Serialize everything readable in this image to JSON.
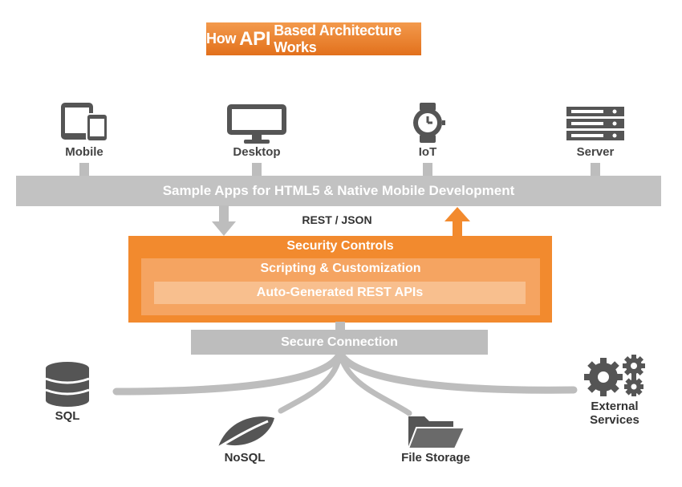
{
  "title": {
    "prefix": "How",
    "emphasis": "API",
    "suffix": "Based Architecture Works"
  },
  "clients": [
    {
      "label": "Mobile",
      "icon": "mobile-tablet-icon"
    },
    {
      "label": "Desktop",
      "icon": "desktop-monitor-icon"
    },
    {
      "label": "IoT",
      "icon": "watch-icon"
    },
    {
      "label": "Server",
      "icon": "server-rack-icon"
    }
  ],
  "apps_bar": "Sample Apps for HTML5 & Native Mobile Development",
  "rest_label": "REST / JSON",
  "layers": {
    "security": "Security Controls",
    "scripting": "Scripting & Customization",
    "auto_api": "Auto-Generated REST APIs"
  },
  "connection": "Secure Connection",
  "data_sources": [
    {
      "label": "SQL",
      "icon": "database-icon"
    },
    {
      "label": "NoSQL",
      "icon": "leaf-icon"
    },
    {
      "label": "File Storage",
      "icon": "folder-icon"
    },
    {
      "label_line1": "External",
      "label_line2": "Services",
      "icon": "gears-icon"
    }
  ],
  "colors": {
    "orange": "#f28a2e",
    "orange_mid": "#f5a461",
    "orange_light": "#f8bf8e",
    "gray": "#c2c2c2",
    "icon_gray": "#555555"
  }
}
